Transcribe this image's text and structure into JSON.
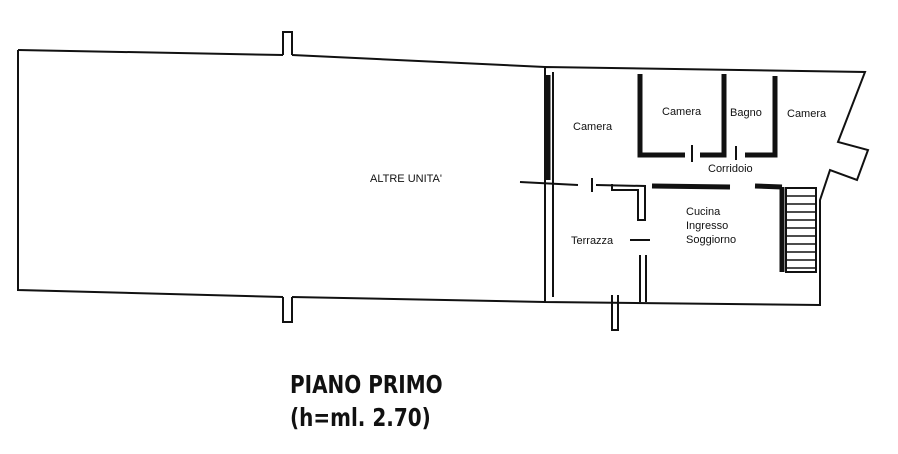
{
  "plan": {
    "other_units": "ALTRE UNITA'",
    "rooms": {
      "camera_1": "Camera",
      "camera_2": "Camera",
      "bagno": "Bagno",
      "camera_3": "Camera",
      "corridoio": "Corridoio",
      "cucina": "Cucina",
      "ingresso": "Ingresso",
      "soggiorno": "Soggiorno",
      "terrazza": "Terrazza"
    }
  },
  "caption": {
    "title": "PIANO PRIMO",
    "height": "(h=ml. 2.70)"
  }
}
